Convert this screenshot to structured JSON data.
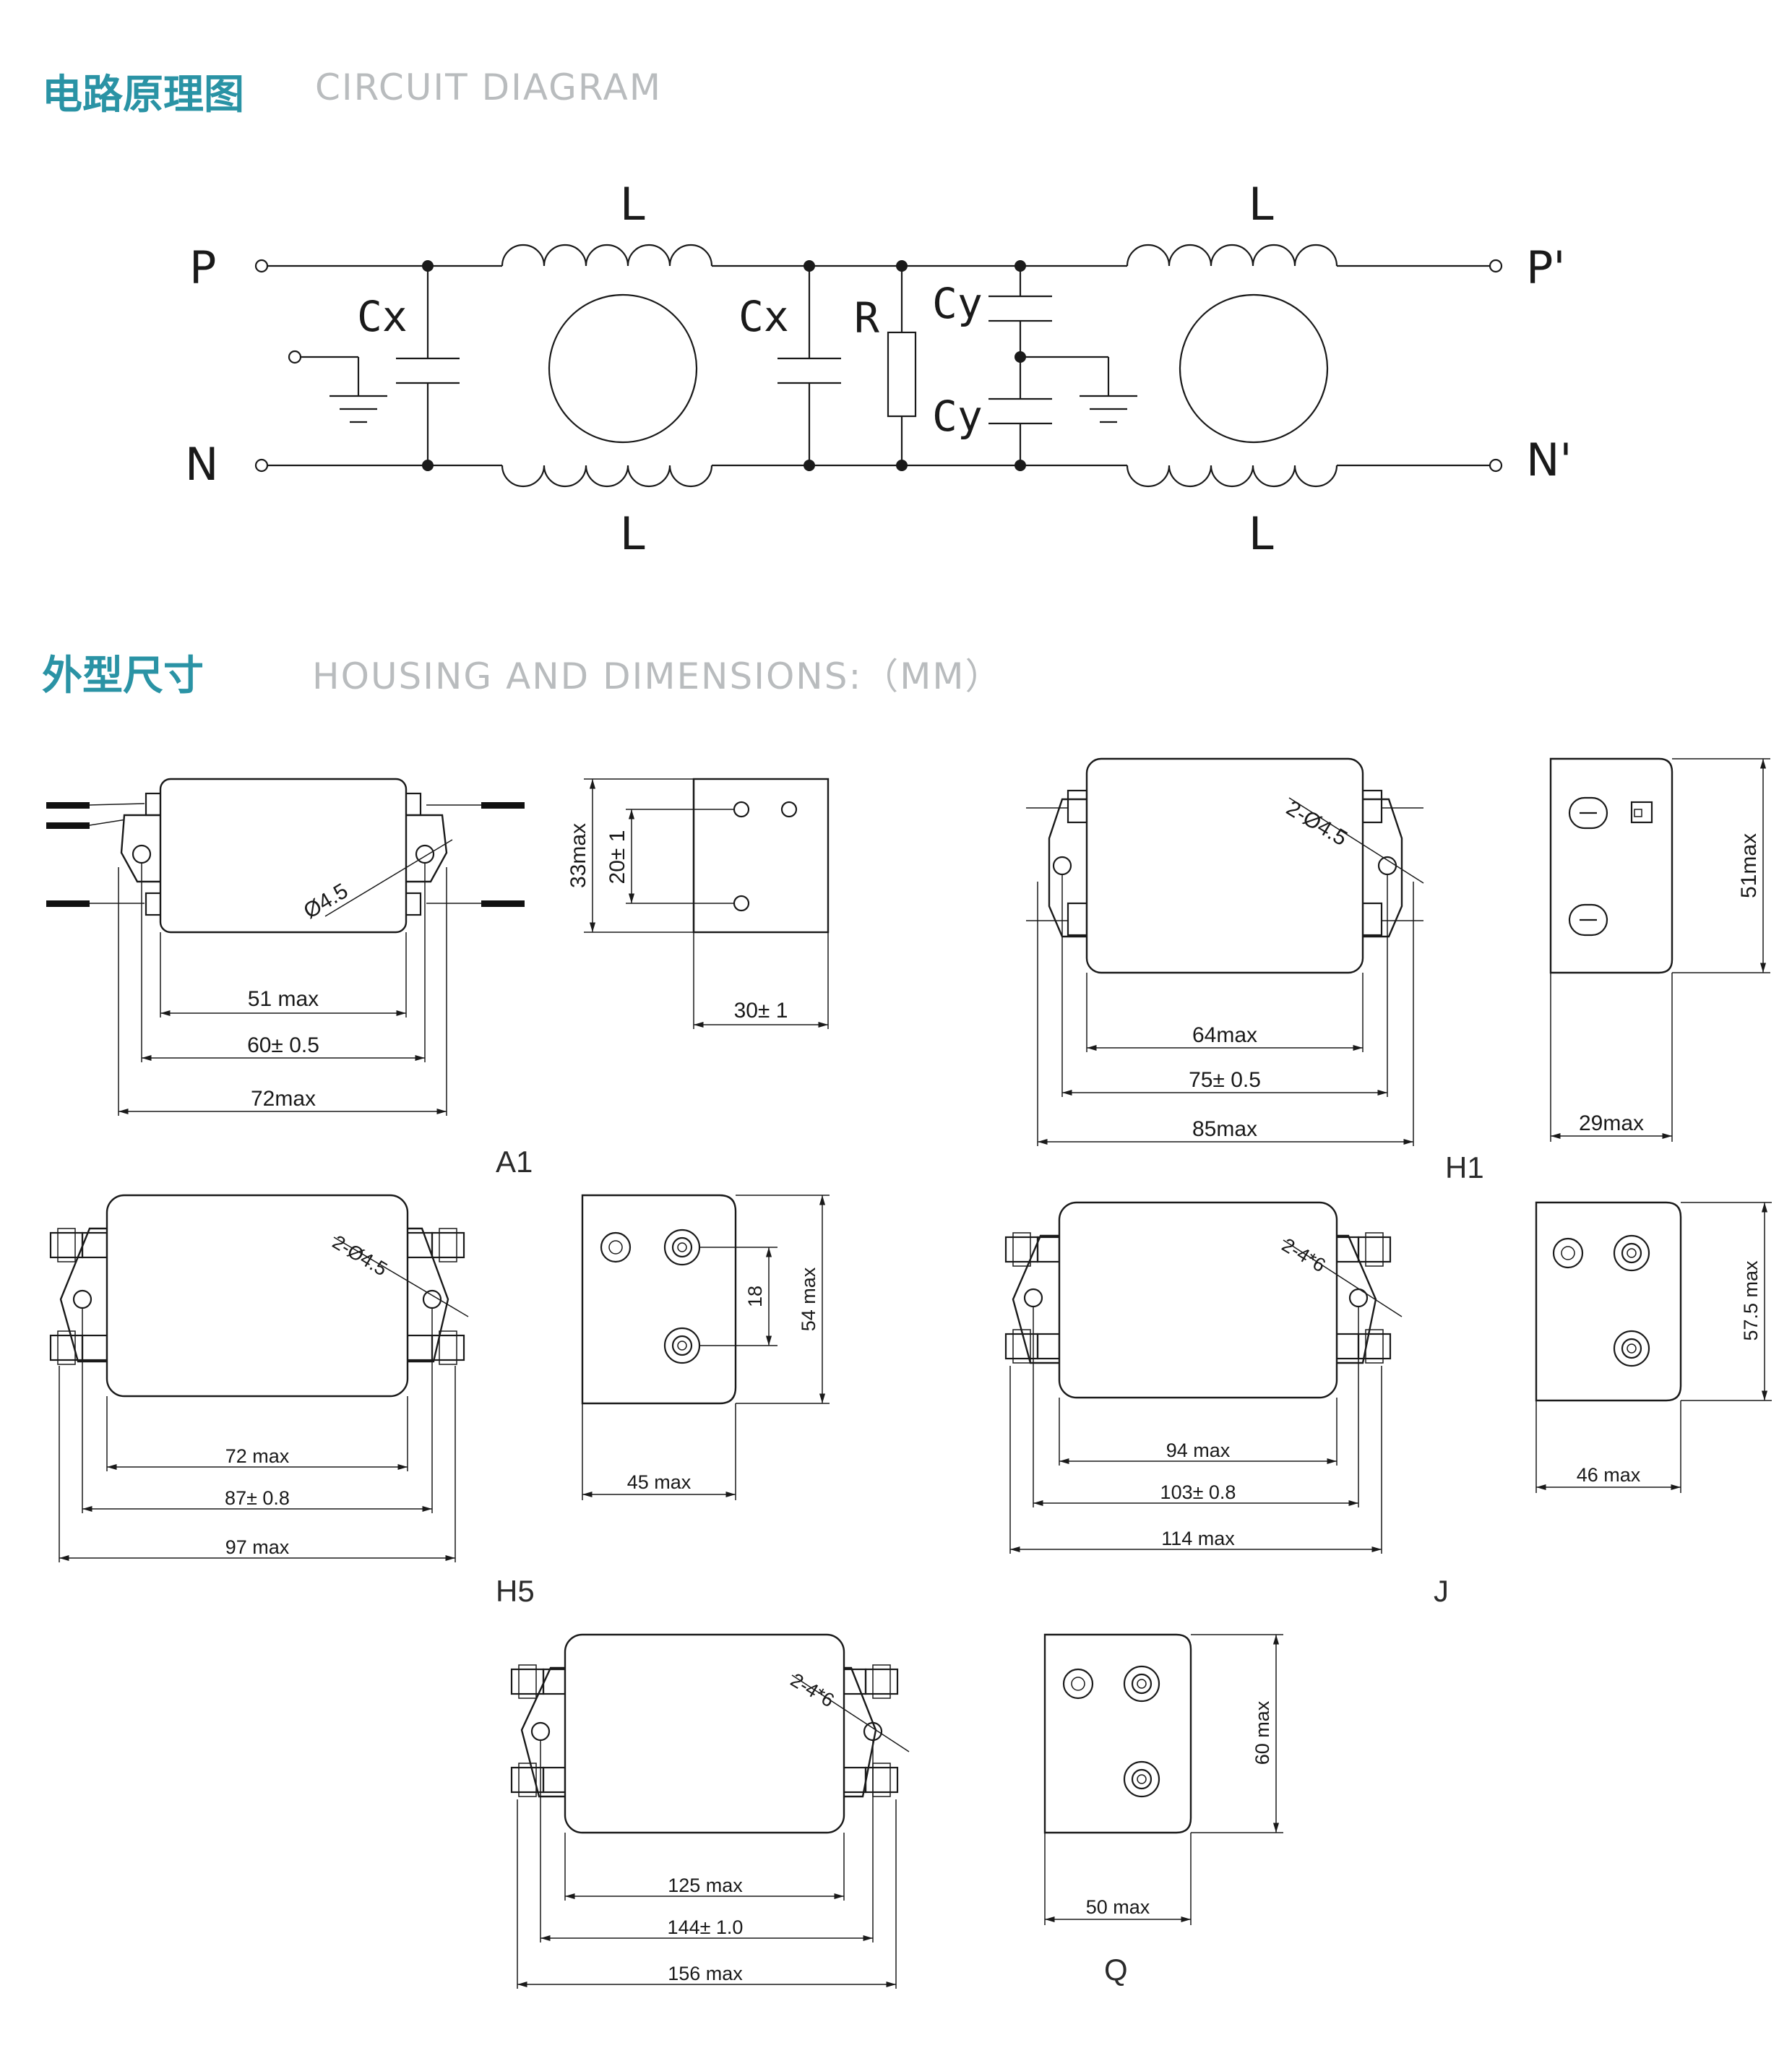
{
  "sections": {
    "circuit_title_cn": "电路原理图",
    "circuit_title_en": "CIRCUIT DIAGRAM",
    "housing_title_cn": "外型尺寸",
    "housing_title_en": "HOUSING AND DIMENSIONS:（MM）"
  },
  "circuit": {
    "terminal_p": "P",
    "terminal_n": "N",
    "terminal_p_out": "P'",
    "terminal_n_out": "N'",
    "inductor": "L",
    "cap_x": "Cx",
    "cap_y": "Cy",
    "resistor": "R"
  },
  "drawings": {
    "a1": {
      "label": "A1",
      "d1": "51 max",
      "d2": "60± 0.5",
      "d3": "72max",
      "hole": "Ø4.5",
      "h": "33max",
      "pitch": "20± 1",
      "depth": "30± 1"
    },
    "h1": {
      "label": "H1",
      "d1": "64max",
      "d2": "75± 0.5",
      "d3": "85max",
      "hole": "2-Ø4.5",
      "h": "51max",
      "depth": "29max"
    },
    "h5": {
      "label": "H5",
      "d1": "72 max",
      "d2": "87± 0.8",
      "d3": "97 max",
      "hole": "2-Ø4.5",
      "pitch": "18",
      "h": "54 max",
      "depth": "45 max"
    },
    "j": {
      "label": "J",
      "d1": "94 max",
      "d2": "103± 0.8",
      "d3": "114 max",
      "hole": "2-4*6",
      "h": "57.5 max",
      "depth": "46 max"
    },
    "q": {
      "label": "Q",
      "d1": "125 max",
      "d2": "144± 1.0",
      "d3": "156 max",
      "hole": "2-4*6",
      "h": "60 max",
      "depth": "50 max"
    }
  }
}
